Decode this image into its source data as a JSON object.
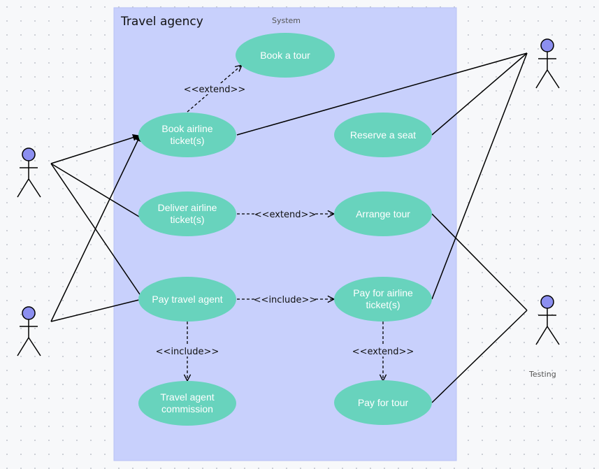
{
  "system": {
    "title": "Travel agency",
    "label": "System"
  },
  "actors": [
    {
      "id": "actor-top-right",
      "label": ""
    },
    {
      "id": "actor-left-top",
      "label": ""
    },
    {
      "id": "actor-left-bottom",
      "label": ""
    },
    {
      "id": "actor-right-bottom",
      "label": "Testing"
    }
  ],
  "use_cases": [
    {
      "id": "book-tour",
      "lines": [
        "Book a tour"
      ]
    },
    {
      "id": "book-airline-tickets",
      "lines": [
        "Book airline",
        "ticket(s)"
      ]
    },
    {
      "id": "reserve-seat",
      "lines": [
        "Reserve a seat"
      ]
    },
    {
      "id": "deliver-airline-tickets",
      "lines": [
        "Deliver airline",
        "ticket(s)"
      ]
    },
    {
      "id": "arrange-tour",
      "lines": [
        "Arrange tour"
      ]
    },
    {
      "id": "pay-travel-agent",
      "lines": [
        "Pay travel agent"
      ]
    },
    {
      "id": "pay-for-airline-tickets",
      "lines": [
        "Pay for airline",
        "ticket(s)"
      ]
    },
    {
      "id": "travel-agent-commission",
      "lines": [
        "Travel agent",
        "commission"
      ]
    },
    {
      "id": "pay-for-tour",
      "lines": [
        "Pay for tour"
      ]
    }
  ],
  "relationships": [
    {
      "from": "book-airline-tickets",
      "to": "book-tour",
      "label": "<<extend>>"
    },
    {
      "from": "deliver-airline-tickets",
      "to": "arrange-tour",
      "label": "<<extend>>"
    },
    {
      "from": "pay-travel-agent",
      "to": "pay-for-airline-tickets",
      "label": "<<include>>"
    },
    {
      "from": "pay-travel-agent",
      "to": "travel-agent-commission",
      "label": "<<include>>"
    },
    {
      "from": "pay-for-airline-tickets",
      "to": "pay-for-tour",
      "label": "<<extend>>"
    }
  ],
  "associations": [
    {
      "actor": "actor-left-top",
      "use_case": "book-airline-tickets"
    },
    {
      "actor": "actor-left-top",
      "use_case": "deliver-airline-tickets"
    },
    {
      "actor": "actor-left-top",
      "use_case": "pay-travel-agent"
    },
    {
      "actor": "actor-left-bottom",
      "use_case": "book-airline-tickets"
    },
    {
      "actor": "actor-left-bottom",
      "use_case": "pay-travel-agent"
    },
    {
      "actor": "actor-top-right",
      "use_case": "book-airline-tickets"
    },
    {
      "actor": "actor-top-right",
      "use_case": "reserve-seat"
    },
    {
      "actor": "actor-top-right",
      "use_case": "pay-for-airline-tickets"
    },
    {
      "actor": "actor-right-bottom",
      "use_case": "arrange-tour"
    },
    {
      "actor": "actor-right-bottom",
      "use_case": "pay-for-tour"
    }
  ]
}
